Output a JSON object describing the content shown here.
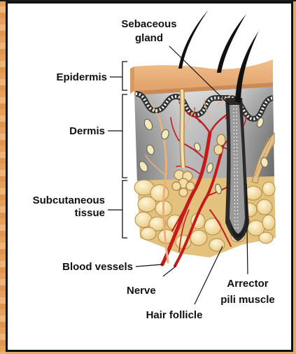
{
  "labels": {
    "sebaceous_line1": "Sebaceous",
    "sebaceous_line2": "gland",
    "epidermis": "Epidermis",
    "dermis": "Dermis",
    "subcutaneous_line1": "Subcutaneous",
    "subcutaneous_line2": "tissue",
    "blood_vessels": "Blood  vessels",
    "nerve": "Nerve",
    "arrector_line1": "Arrector",
    "arrector_line2": "pili  muscle",
    "hair_follicle": "Hair  follicle"
  },
  "colors": {
    "epidermis": "#e9ad7a",
    "dermis": "#b8b8b8",
    "fat": "#f3dfa6",
    "blood": "#c41a1a",
    "nerve": "#e9b07a",
    "hair": "#111111",
    "background": "#e9a867"
  }
}
